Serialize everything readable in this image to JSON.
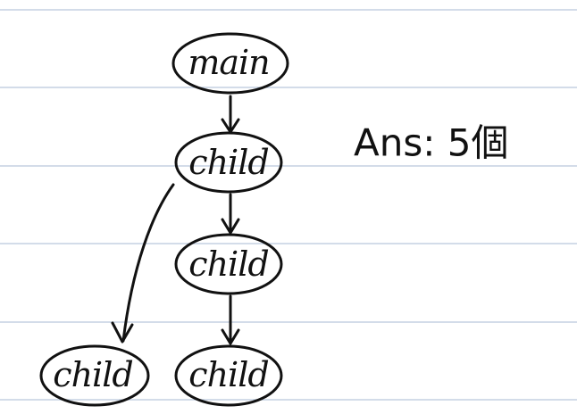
{
  "nodes": {
    "main": "main",
    "child_1": "child",
    "child_2": "child",
    "child_3": "child",
    "child_4": "child"
  },
  "answer": "Ans: 5個",
  "colors": {
    "ink": "#111111",
    "ruled_line": "#b9c8dc",
    "paper": "#ffffff"
  }
}
